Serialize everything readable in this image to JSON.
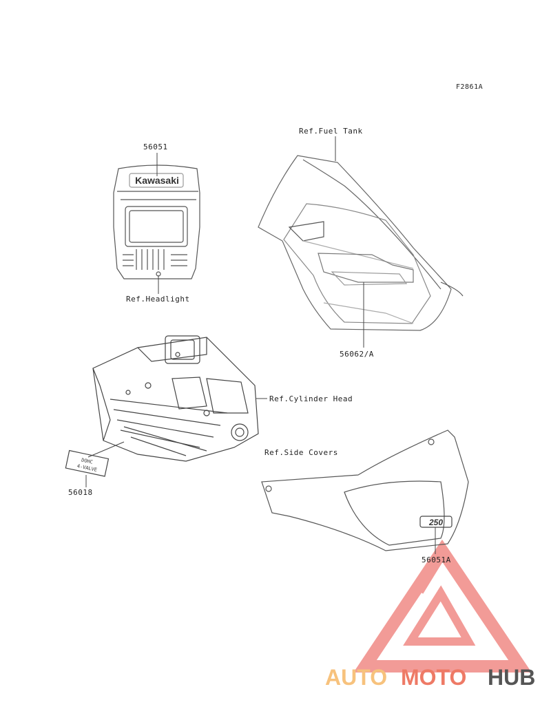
{
  "figure_code": "F2861A",
  "parts": {
    "headlight_cover_part": "56051",
    "headlight_ref": "Ref.Headlight",
    "headlight_logo": "Kawasaki",
    "fuel_tank_ref": "Ref.Fuel Tank",
    "fuel_tank_part": "56062/A",
    "cylinder_head_ref": "Ref.Cylinder Head",
    "cylinder_head_part": "56018",
    "emblem_line1": "DOHC",
    "emblem_line2": "4-VALVE",
    "side_covers_ref": "Ref.Side Covers",
    "side_cover_part": "56051A",
    "side_cover_emblem": "250"
  },
  "watermark": {
    "part1": "AUTO",
    "part2": "MOTO",
    "part3": "HUB",
    "color_light": "#f7c27d",
    "color_mid": "#ee7a66",
    "color_dark": "#555555",
    "triangle_color": "#f08a86"
  }
}
